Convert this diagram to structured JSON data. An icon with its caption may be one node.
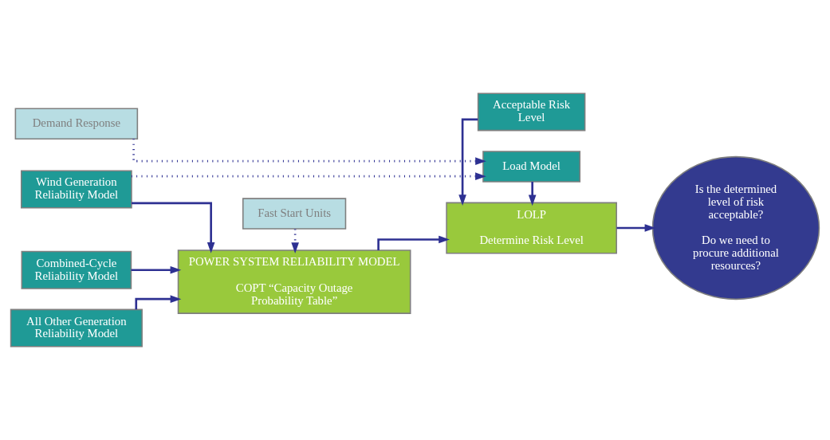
{
  "diagram": {
    "nodes": [
      {
        "text": [
          "Combined-Cycle Reliability Model"
        ]
      },
      {
        "text": [
          "All Other Generation Reliability Model"
        ]
      },
      {
        "text": [
          "Wind Generation Reliability Model"
        ]
      },
      {
        "text": [
          "Fast Start Units"
        ]
      },
      {
        "text": [
          "POWER SYSTEM RELIABILITY MODEL",
          "COPT “Capacity Outage Probability Table”"
        ]
      },
      {
        "text": [
          "Acceptable Risk Level"
        ]
      },
      {
        "text": [
          "LOLP",
          "Determine Risk Level"
        ]
      },
      {
        "text": [
          "Load Model"
        ]
      },
      {
        "text": [
          "Demand Response"
        ]
      },
      {
        "text": [
          "Is the determined level of risk acceptable?",
          "Do we need to procure additional resources?"
        ]
      }
    ],
    "edges": [
      {
        "from": 0,
        "to": 4,
        "arrow": "to"
      },
      {
        "from": 1,
        "to": 4,
        "arrow": "to"
      },
      {
        "from": 2,
        "to": 4,
        "arrow": "to"
      },
      {
        "from": 3,
        "to": 4,
        "arrow": "to",
        "style": "dashed"
      },
      {
        "from": 4,
        "to": 6,
        "arrow": "to"
      },
      {
        "from": 5,
        "to": 6,
        "arrow": "to"
      },
      {
        "from": 7,
        "to": 6,
        "arrow": "to"
      },
      {
        "from": 6,
        "to": 9,
        "arrow": "to"
      },
      {
        "from": 2,
        "to": 7,
        "arrow": "to",
        "style": "dashed"
      },
      {
        "from": 8,
        "to": 7,
        "arrow": "to",
        "style": "dashed"
      }
    ]
  }
}
